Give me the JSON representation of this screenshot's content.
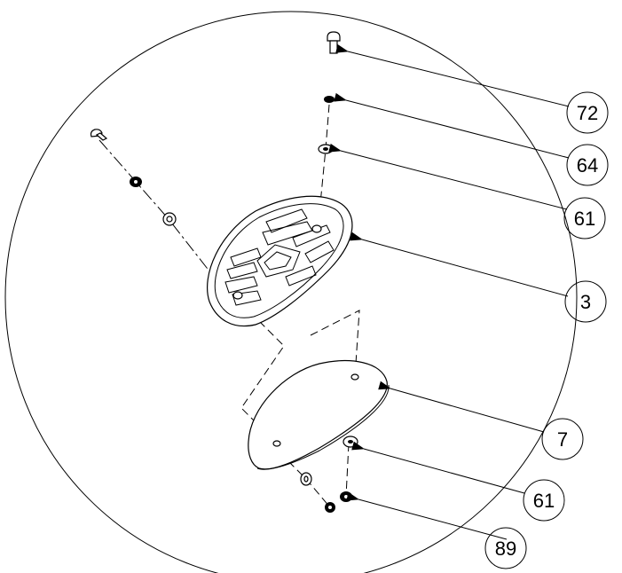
{
  "callouts": [
    {
      "id": "c72",
      "label": "72",
      "part": "screw"
    },
    {
      "id": "c64",
      "label": "64",
      "part": "nut"
    },
    {
      "id": "c61a",
      "label": "61",
      "part": "washer"
    },
    {
      "id": "c3",
      "label": "3",
      "part": "tread-pad"
    },
    {
      "id": "c7",
      "label": "7",
      "part": "base-plate"
    },
    {
      "id": "c61b",
      "label": "61",
      "part": "washer"
    },
    {
      "id": "c89",
      "label": "89",
      "part": "lock-nut"
    }
  ]
}
